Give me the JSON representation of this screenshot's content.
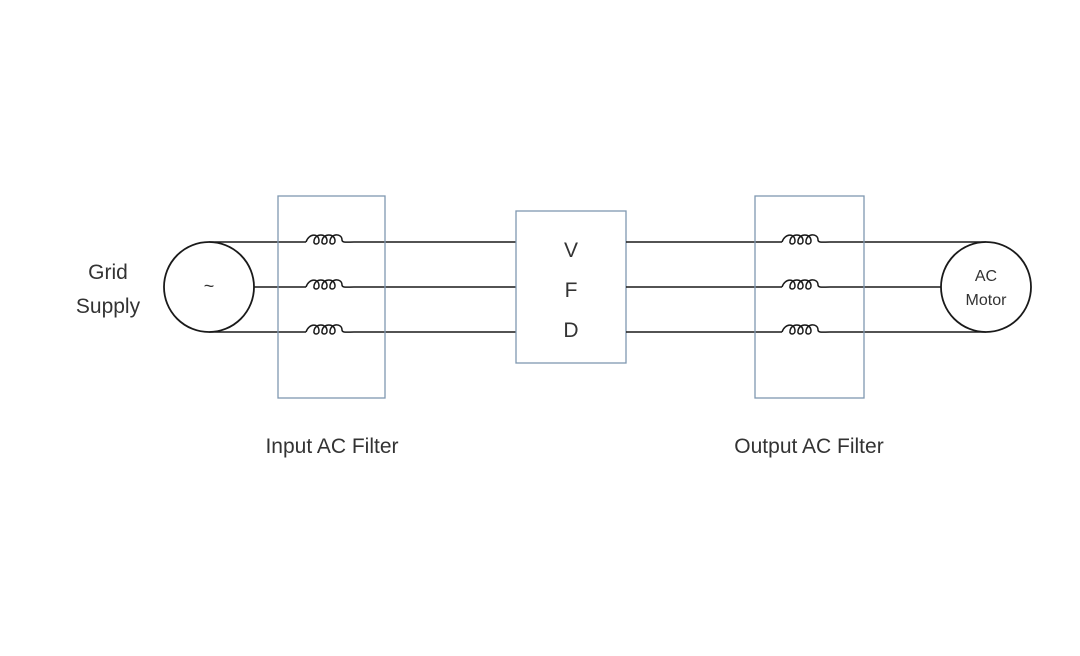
{
  "diagram": {
    "source": {
      "label_lines": [
        "Grid",
        "Supply"
      ],
      "symbol": "~"
    },
    "input_filter": {
      "label": "Input AC Filter"
    },
    "vfd": {
      "letters": [
        "V",
        "F",
        "D"
      ]
    },
    "output_filter": {
      "label": "Output AC Filter"
    },
    "motor": {
      "label_lines": [
        "AC",
        "Motor"
      ]
    },
    "colors": {
      "line": "#1a1a1a",
      "box_border": "#7f97b0",
      "text": "#333333"
    }
  }
}
